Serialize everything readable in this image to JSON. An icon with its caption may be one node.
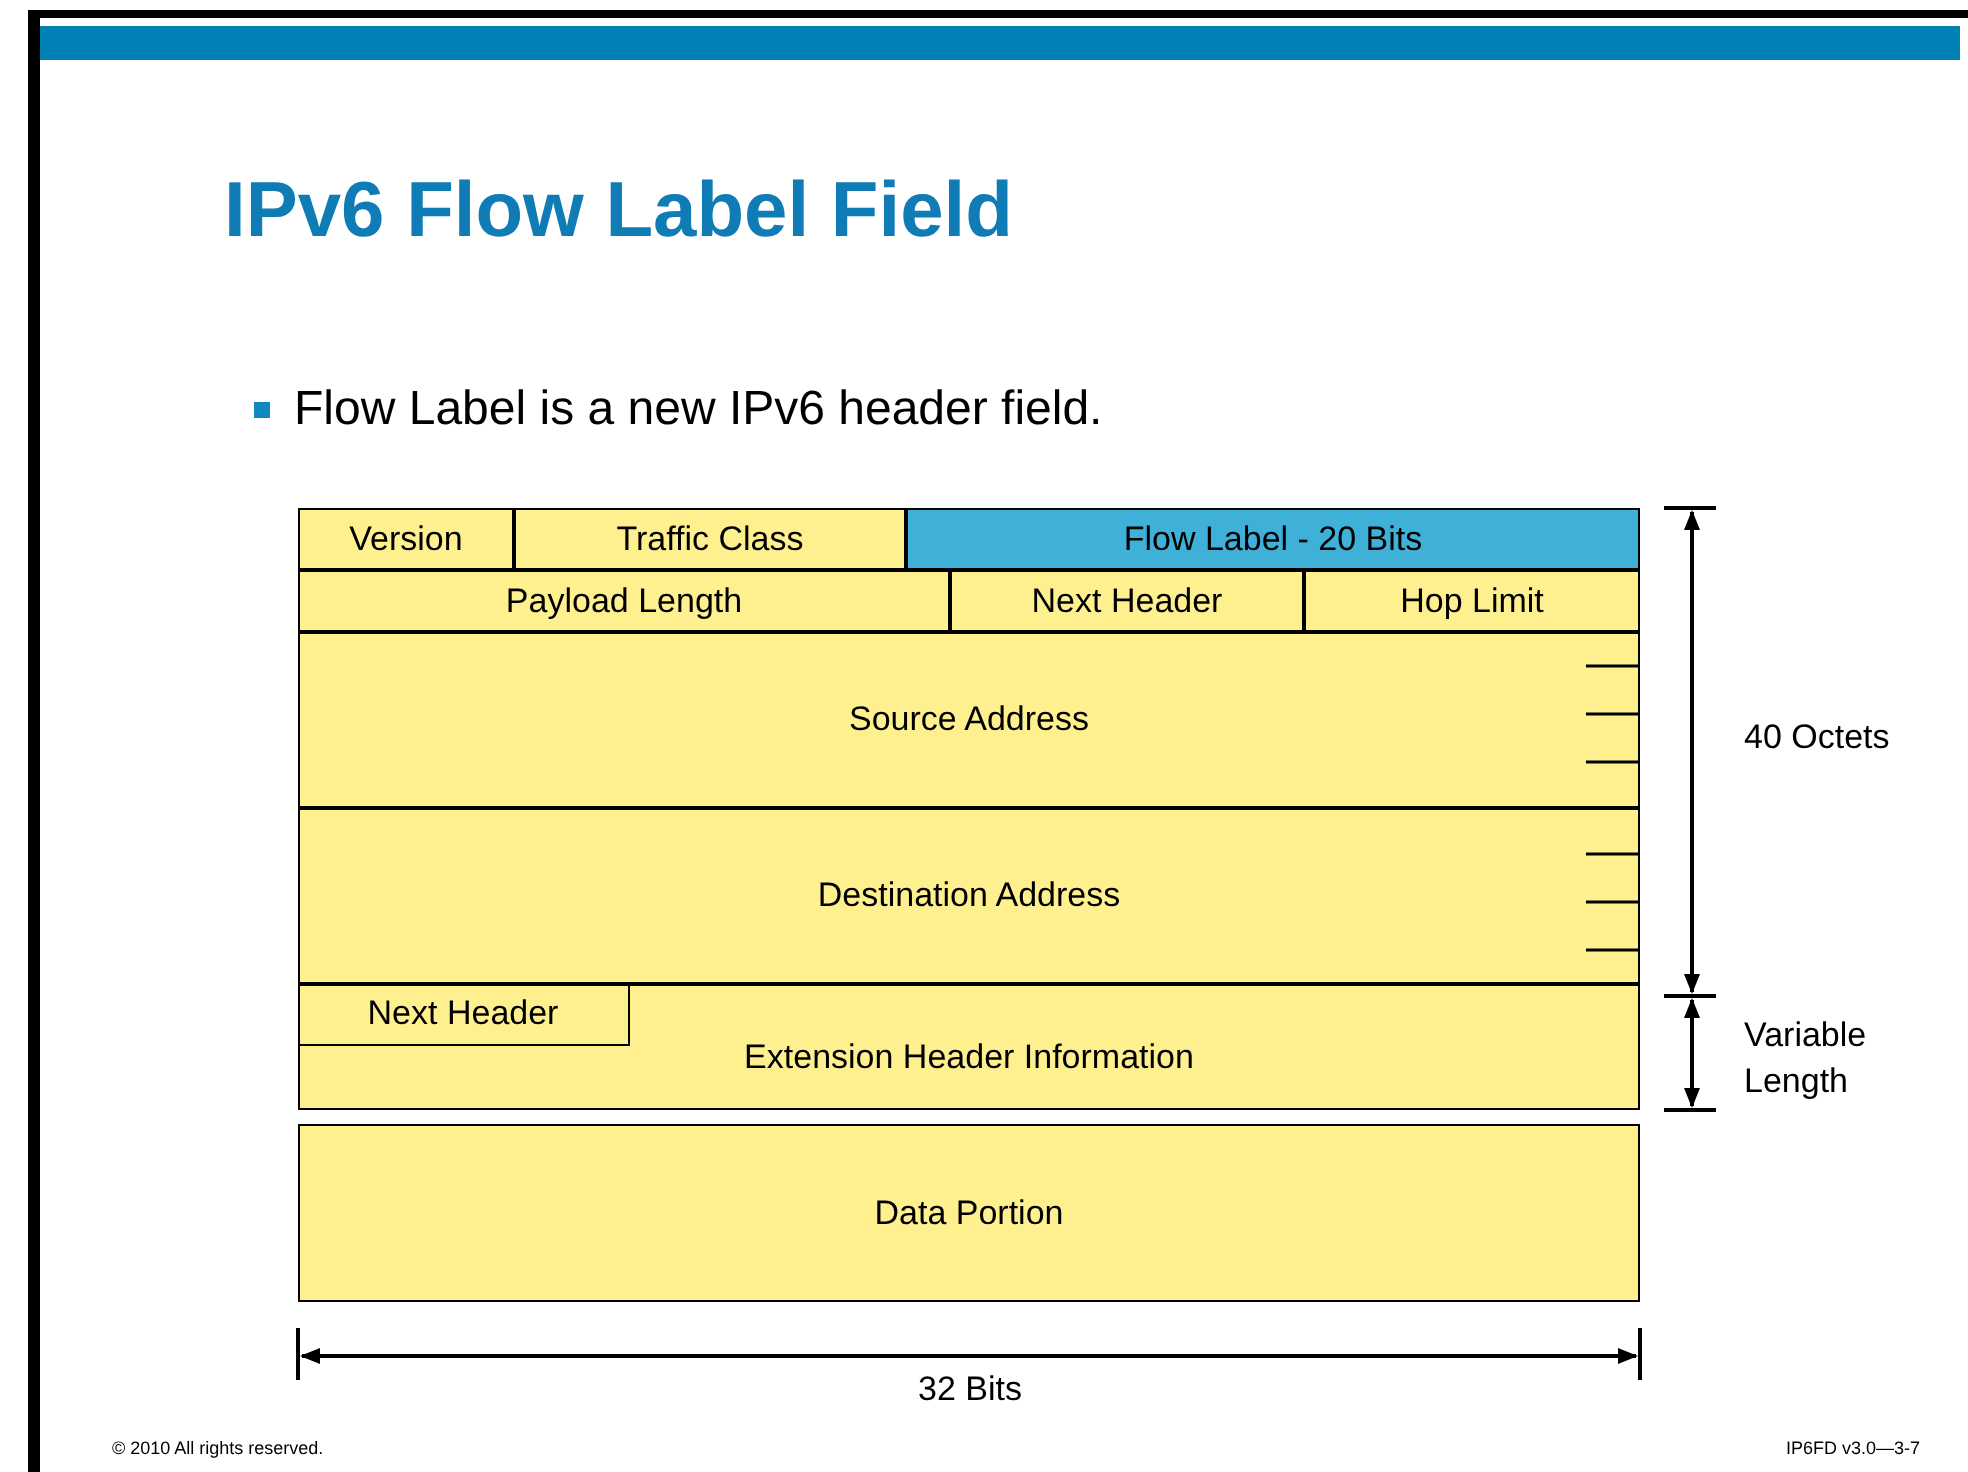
{
  "diagram": {
    "title": "IPv6 Flow Label Field",
    "nodes": [
      {
        "text": [
          "Version"
        ]
      },
      {
        "text": [
          "Traffic Class"
        ]
      },
      {
        "text": [
          "Flow Label - 20 Bits"
        ]
      },
      {
        "text": [
          "Payload Length"
        ]
      },
      {
        "text": [
          "Next Header"
        ]
      },
      {
        "text": [
          "Hop Limit"
        ]
      },
      {
        "text": [
          "Source Address"
        ]
      },
      {
        "text": [
          "Destination Address"
        ]
      },
      {
        "text": [
          "Extension Header Information"
        ]
      },
      {
        "text": [
          "Next Header"
        ],
        "in": 8
      },
      {
        "text": [
          "Data Portion"
        ]
      }
    ],
    "labels": [
      "Flow Label is a new IPv6 header field.",
      "40 Octets",
      "Variable Length",
      "32 Bits",
      "© 2010 All rights reserved.",
      "IP6FD v3.0—3-7"
    ]
  }
}
